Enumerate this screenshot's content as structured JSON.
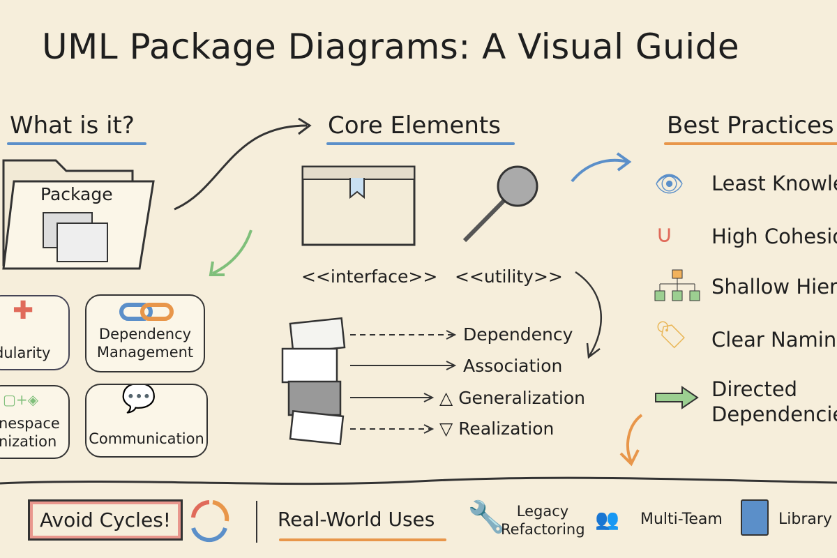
{
  "title": "UML Package Diagrams: A Visual Guide",
  "sections": {
    "what": {
      "heading": "What is it?",
      "package_label": "Package",
      "cards": [
        "dularity",
        "Dependency Management",
        "nespace nization",
        "Communication"
      ]
    },
    "core": {
      "heading": "Core Elements",
      "interface_label": "<<interface>>",
      "utility_label": "<<utility>>",
      "relations": [
        {
          "label": "Dependency",
          "style": "dashed",
          "head": "open"
        },
        {
          "label": "Association",
          "style": "solid",
          "head": "open"
        },
        {
          "label": "Generalization",
          "style": "solid",
          "head": "open",
          "marker": "△"
        },
        {
          "label": "Realization",
          "style": "dashed",
          "head": "open",
          "marker": "▽"
        }
      ]
    },
    "best": {
      "heading": "Best Practices",
      "items": [
        {
          "label": "Least Knowled",
          "icon": "eye-crossed-icon"
        },
        {
          "label": "High Cohesion",
          "icon": "magnet-icon"
        },
        {
          "label": "Shallow Hiera",
          "icon": "hierarchy-icon"
        },
        {
          "label": "Clear Naming",
          "icon": "tag-icon"
        },
        {
          "label": "Directed Dependencies",
          "icon": "arrow-right-icon"
        }
      ]
    }
  },
  "footer": {
    "avoid": "Avoid Cycles!",
    "uses_heading": "Real-World Uses",
    "uses": [
      {
        "label": "Legacy Refactoring",
        "icon": "wrench-icon"
      },
      {
        "label": "Multi-Team",
        "icon": "team-icon"
      },
      {
        "label": "Library I",
        "icon": "book-icon"
      }
    ]
  },
  "colors": {
    "background": "#f6eedb",
    "blue": "#5b8fc9",
    "orange": "#e8964a",
    "green": "#7fbf7a",
    "red": "#e06a5a"
  }
}
